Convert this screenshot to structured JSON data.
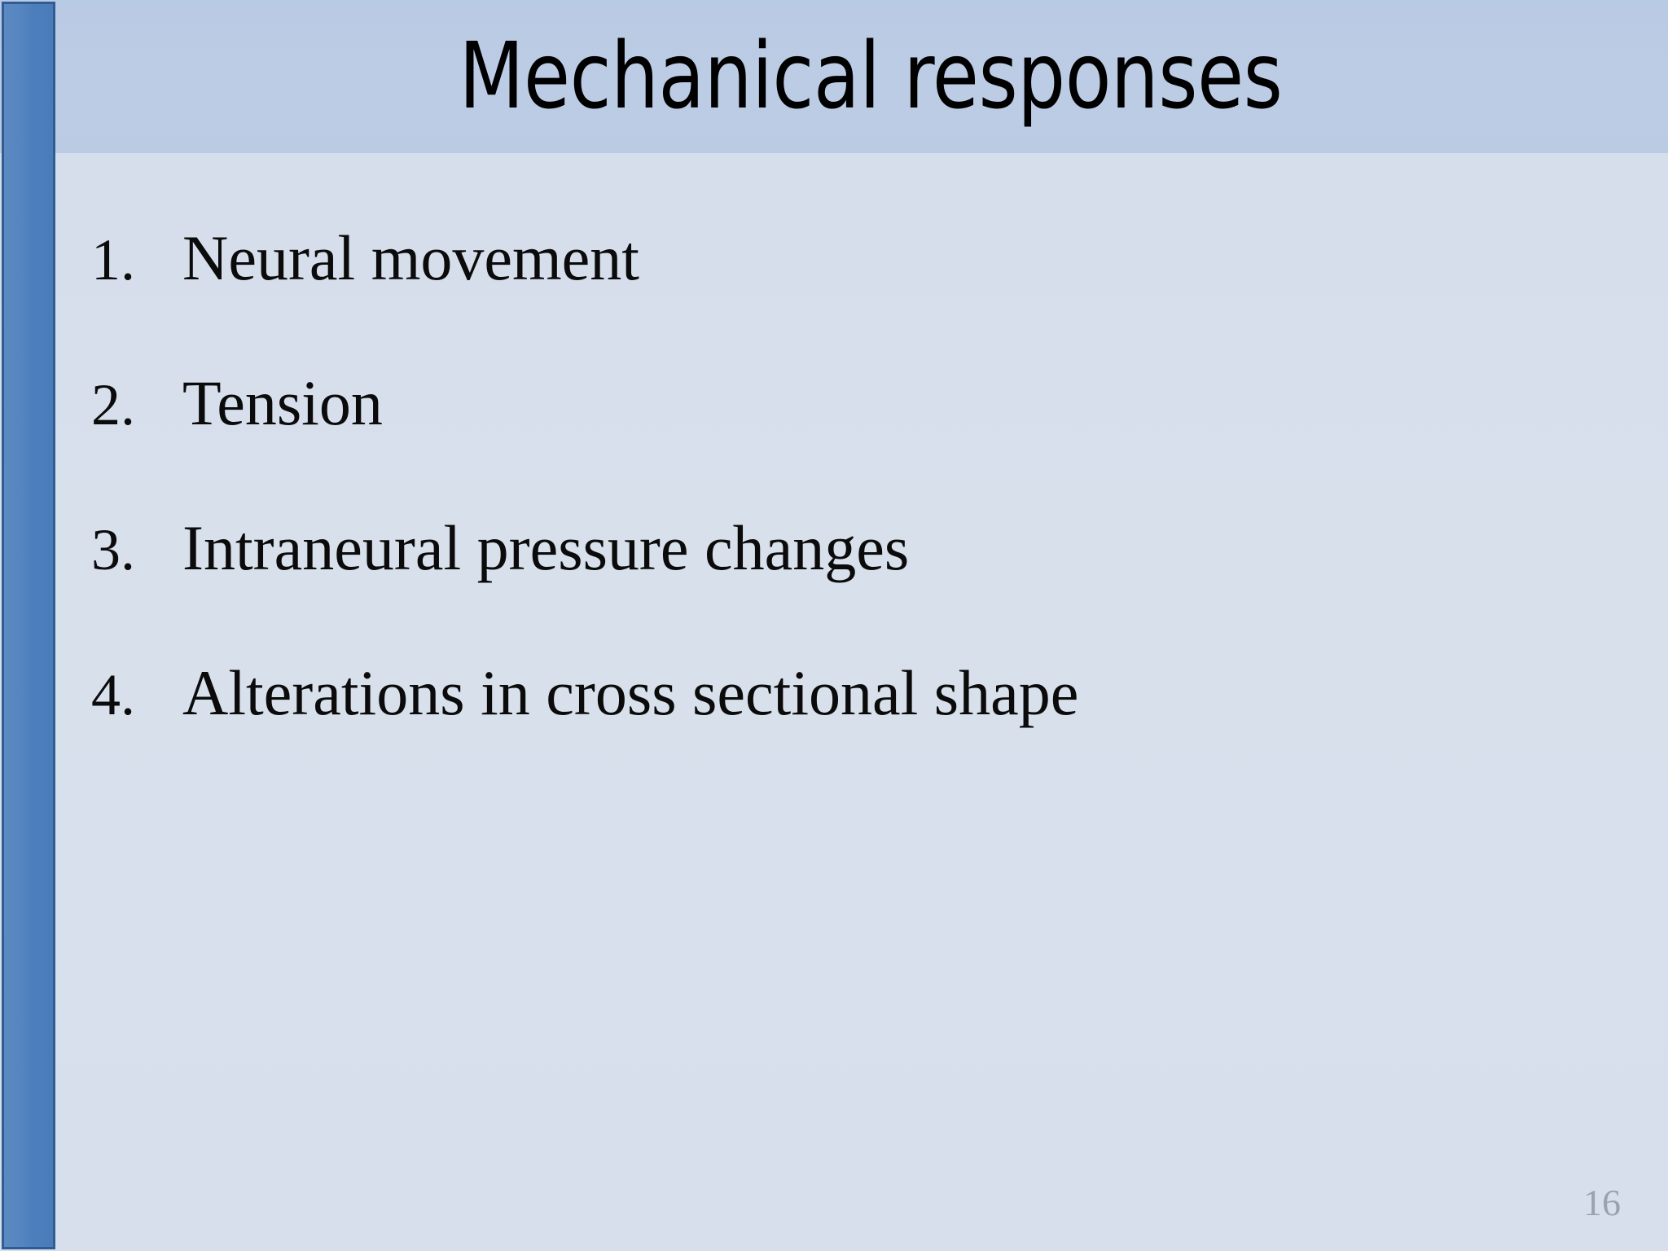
{
  "slide": {
    "title": "Mechanical responses",
    "page_number": "16",
    "colors": {
      "title_band": "#bdcce5",
      "body_background": "#d6dfeb",
      "accent_bar": "#4e80bf",
      "accent_bar_border": "#2f5c92",
      "title_text": "#000000",
      "body_text": "#0b0b0b",
      "page_number_text": "#9aa3ac"
    }
  },
  "list": {
    "items": [
      {
        "number": "1.",
        "label": "Neural movement"
      },
      {
        "number": "2.",
        "label": "Tension"
      },
      {
        "number": "3.",
        "label": "Intraneural pressure changes"
      },
      {
        "number": "4.",
        "label": "Alterations in cross sectional shape"
      }
    ]
  }
}
